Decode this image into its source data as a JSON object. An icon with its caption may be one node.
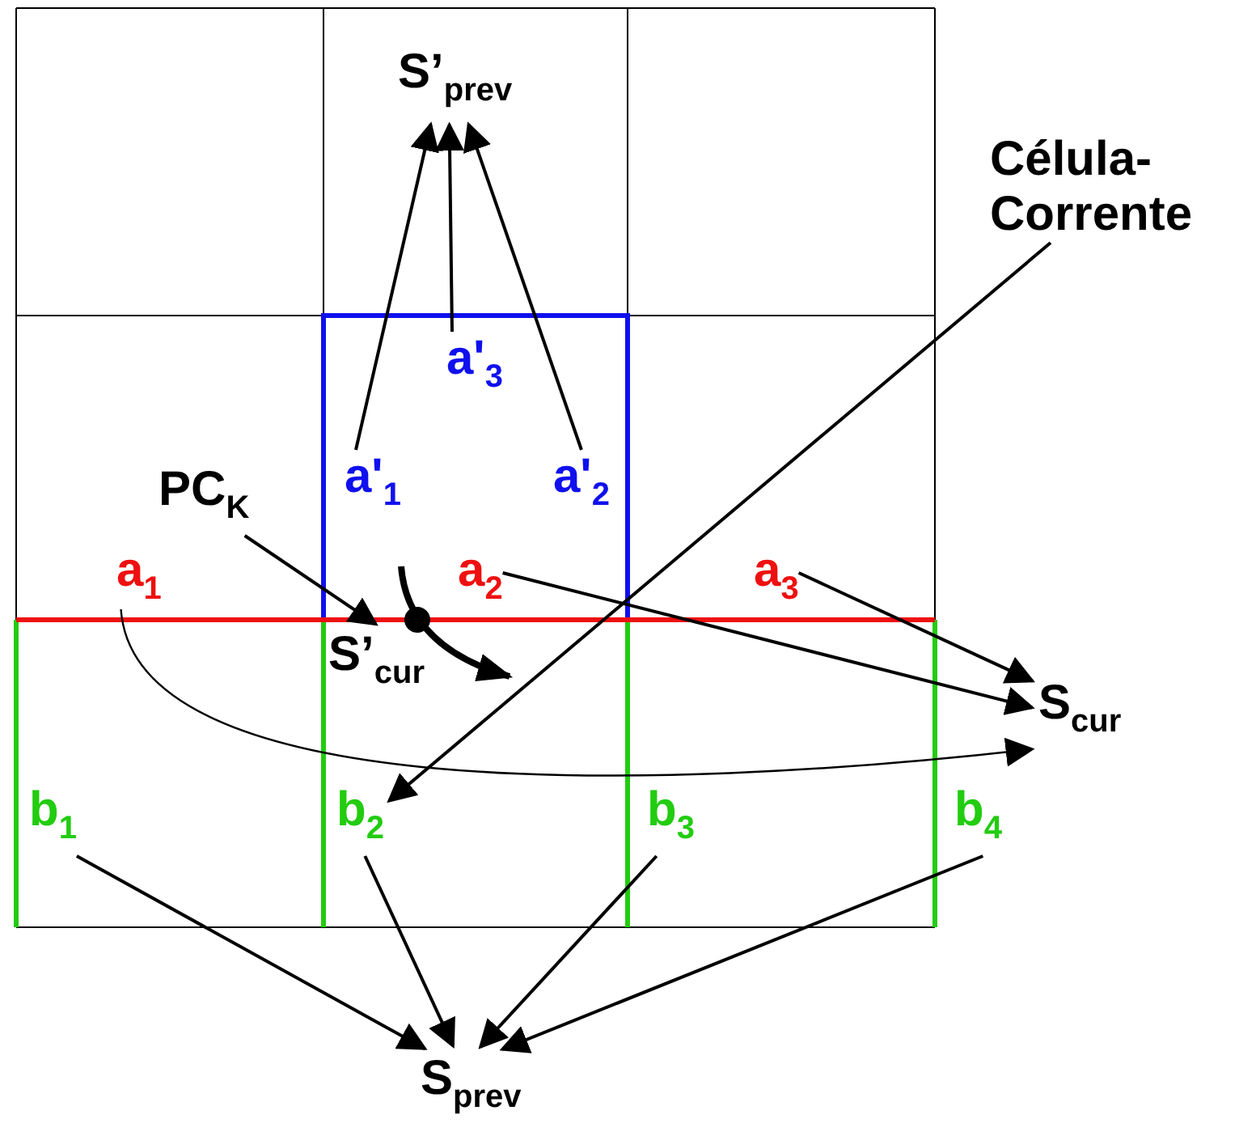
{
  "diagram": {
    "nodes": [
      {
        "text": [
          "S’$_{prev}$"
        ]
      },
      {
        "text": [
          "a'$_{3}$"
        ]
      },
      {
        "text": [
          "a'$_{1}$"
        ]
      },
      {
        "text": [
          "a'$_{2}$"
        ]
      },
      {
        "text": [
          "Célula-Corrente"
        ]
      },
      {
        "text": [
          "PC$_{K}$"
        ]
      },
      {
        "text": [
          "a$_{1}$"
        ]
      },
      {
        "text": [
          "a$_{2}$"
        ]
      },
      {
        "text": [
          "a$_{3}$"
        ]
      },
      {
        "text": [
          "S’$_{cur}$"
        ]
      },
      {
        "text": [
          "S$_{cur}$"
        ]
      },
      {
        "text": [
          "b$_{1}$"
        ]
      },
      {
        "text": [
          "b$_{2}$"
        ]
      },
      {
        "text": [
          "b$_{3}$"
        ]
      },
      {
        "text": [
          "b$_{4}$"
        ]
      },
      {
        "text": [
          "S$_{prev}$"
        ]
      }
    ],
    "edges": [
      {
        "from": 2,
        "to": 0,
        "arrow": "to"
      },
      {
        "from": 1,
        "to": 0,
        "arrow": "to"
      },
      {
        "from": 3,
        "to": 0,
        "arrow": "to"
      },
      {
        "from": 4,
        "to": 12,
        "arrow": "to"
      },
      {
        "from": 5,
        "to": 9,
        "arrow": "to"
      },
      {
        "from": 7,
        "to": 10,
        "arrow": "to"
      },
      {
        "from": 8,
        "to": 10,
        "arrow": "to"
      },
      {
        "from": 6,
        "to": 10,
        "arrow": "to"
      },
      {
        "from": 11,
        "to": 15,
        "arrow": "to"
      },
      {
        "from": 12,
        "to": 15,
        "arrow": "to"
      },
      {
        "from": 13,
        "to": 15,
        "arrow": "to"
      },
      {
        "from": 14,
        "to": 15,
        "arrow": "to"
      }
    ]
  }
}
